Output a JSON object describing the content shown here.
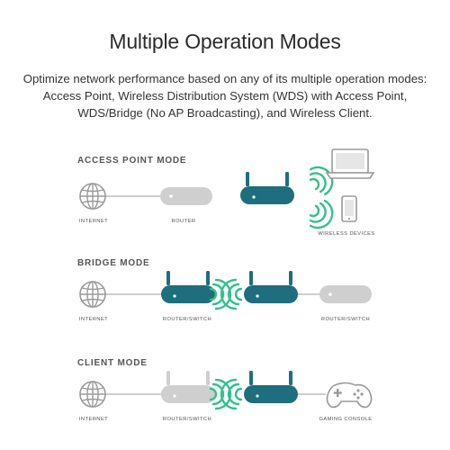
{
  "header": {
    "title": "Multiple Operation Modes",
    "description": "Optimize network performance based on any of its multiple operation modes: Access Point, Wireless Distribution System (WDS) with Access Point, WDS/Bridge (No AP Broadcasting), and Wireless Client."
  },
  "modes": [
    {
      "heading": "ACCESS POINT MODE",
      "captions": [
        "INTERNET",
        "ROUTER",
        "WIRELESS DEVICES"
      ]
    },
    {
      "heading": "BRIDGE MODE",
      "captions": [
        "INTERNET",
        "ROUTER/SWITCH",
        "ROUTER/SWITCH"
      ]
    },
    {
      "heading": "CLIENT MODE",
      "captions": [
        "INTERNET",
        "ROUTER/SWITCH",
        "GAMING CONSOLE"
      ]
    }
  ],
  "colors": {
    "accent_teal": "#1e6e7e",
    "wave_green": "#34c08a",
    "device_gray": "#cfcfcf",
    "outline_gray": "#9a9a9a"
  },
  "icons": [
    "globe-icon",
    "router-icon",
    "access-point-icon",
    "wifi-waves-icon",
    "laptop-icon",
    "smartphone-icon",
    "gamepad-icon"
  ]
}
